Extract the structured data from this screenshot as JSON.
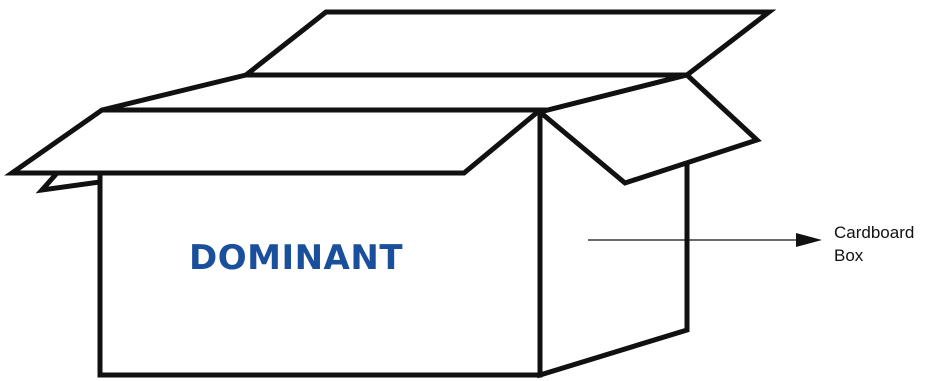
{
  "box": {
    "side_text": "DOMINANT",
    "side_text_color": "#1a4f9c",
    "outline_color": "#111111",
    "fill_color": "#ffffff"
  },
  "callout": {
    "line1": "Cardboard",
    "line2": "Box"
  }
}
